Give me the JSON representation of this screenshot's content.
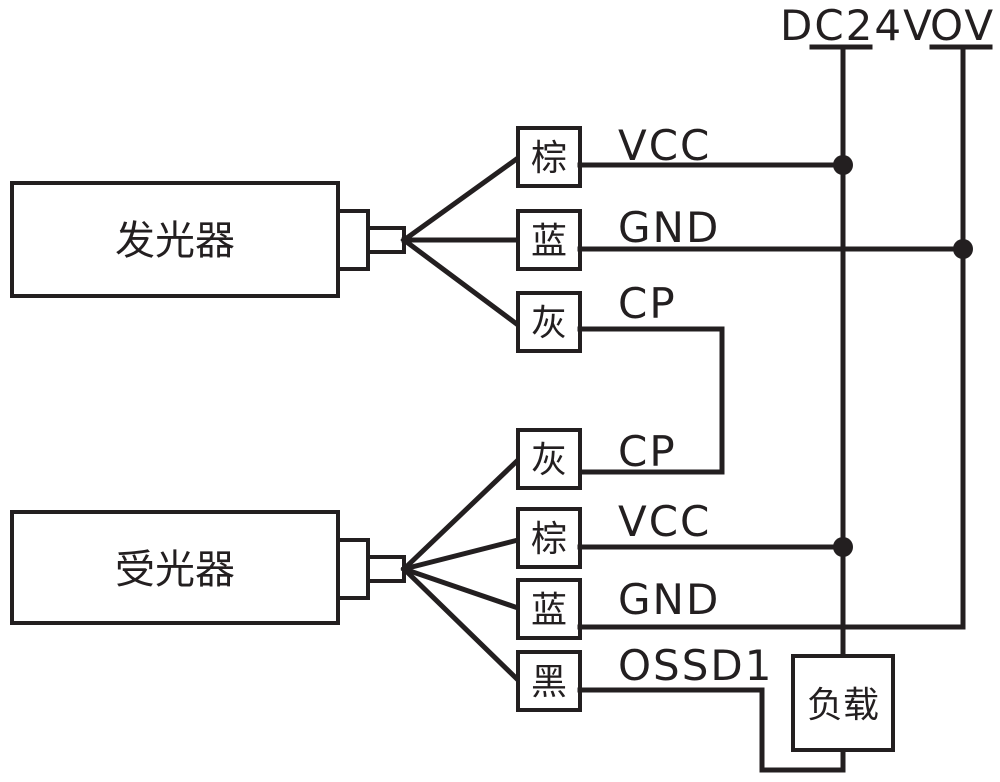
{
  "rails": {
    "dc24v": "DC24V",
    "ov": "OV"
  },
  "emitter": {
    "label": "发光器",
    "wires": [
      {
        "color": "棕",
        "signal": "VCC"
      },
      {
        "color": "蓝",
        "signal": "GND"
      },
      {
        "color": "灰",
        "signal": "CP"
      }
    ]
  },
  "receiver": {
    "label": "受光器",
    "wires": [
      {
        "color": "灰",
        "signal": "CP"
      },
      {
        "color": "棕",
        "signal": "VCC"
      },
      {
        "color": "蓝",
        "signal": "GND"
      },
      {
        "color": "黑",
        "signal": "OSSD1"
      }
    ]
  },
  "load": {
    "label": "负载"
  },
  "colors": {
    "ink": "#231f20",
    "background": "#ffffff"
  }
}
